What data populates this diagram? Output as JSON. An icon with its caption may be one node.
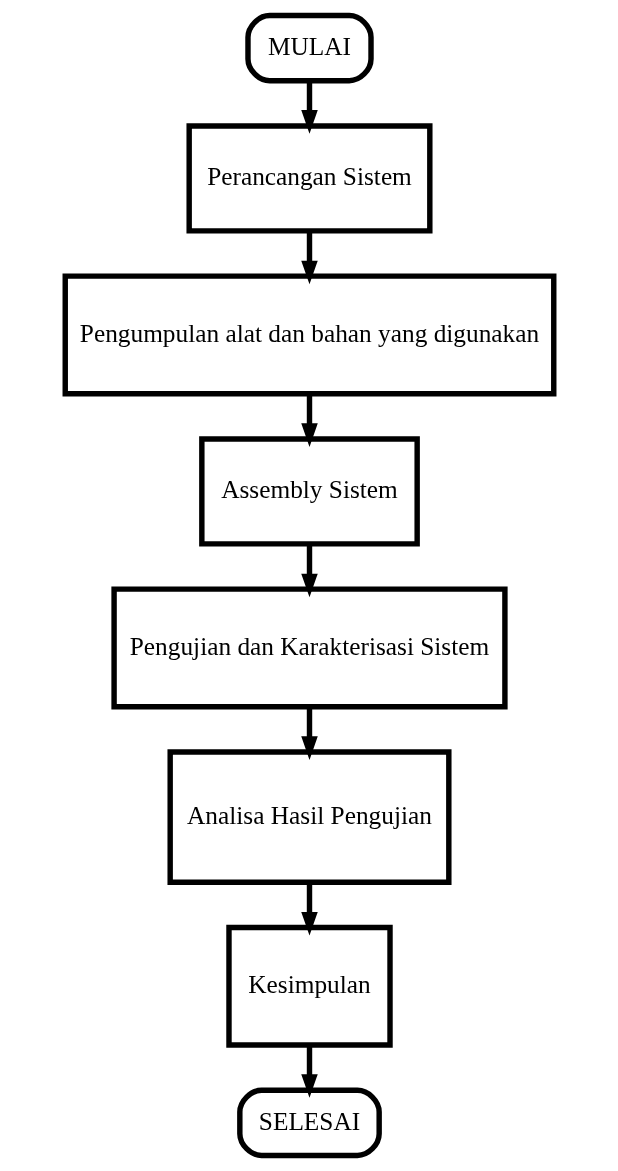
{
  "diagram": {
    "nodes": [
      {
        "text": [
          "MULAI"
        ]
      },
      {
        "text": [
          "Perancangan Sistem"
        ]
      },
      {
        "text": [
          "Pengumpulan alat dan bahan yang digunakan"
        ]
      },
      {
        "text": [
          "Assembly Sistem"
        ]
      },
      {
        "text": [
          "Pengujian dan Karakterisasi Sistem"
        ]
      },
      {
        "text": [
          "Analisa Hasil Pengujian"
        ]
      },
      {
        "text": [
          "Kesimpulan"
        ]
      },
      {
        "text": [
          "SELESAI"
        ]
      }
    ],
    "edges": [
      {
        "from": 0,
        "to": 1,
        "arrow": "to"
      },
      {
        "from": 1,
        "to": 2,
        "arrow": "to"
      },
      {
        "from": 2,
        "to": 3,
        "arrow": "to"
      },
      {
        "from": 3,
        "to": 4,
        "arrow": "to"
      },
      {
        "from": 4,
        "to": 5,
        "arrow": "to"
      },
      {
        "from": 5,
        "to": 6,
        "arrow": "to"
      },
      {
        "from": 6,
        "to": 7,
        "arrow": "to"
      }
    ]
  }
}
